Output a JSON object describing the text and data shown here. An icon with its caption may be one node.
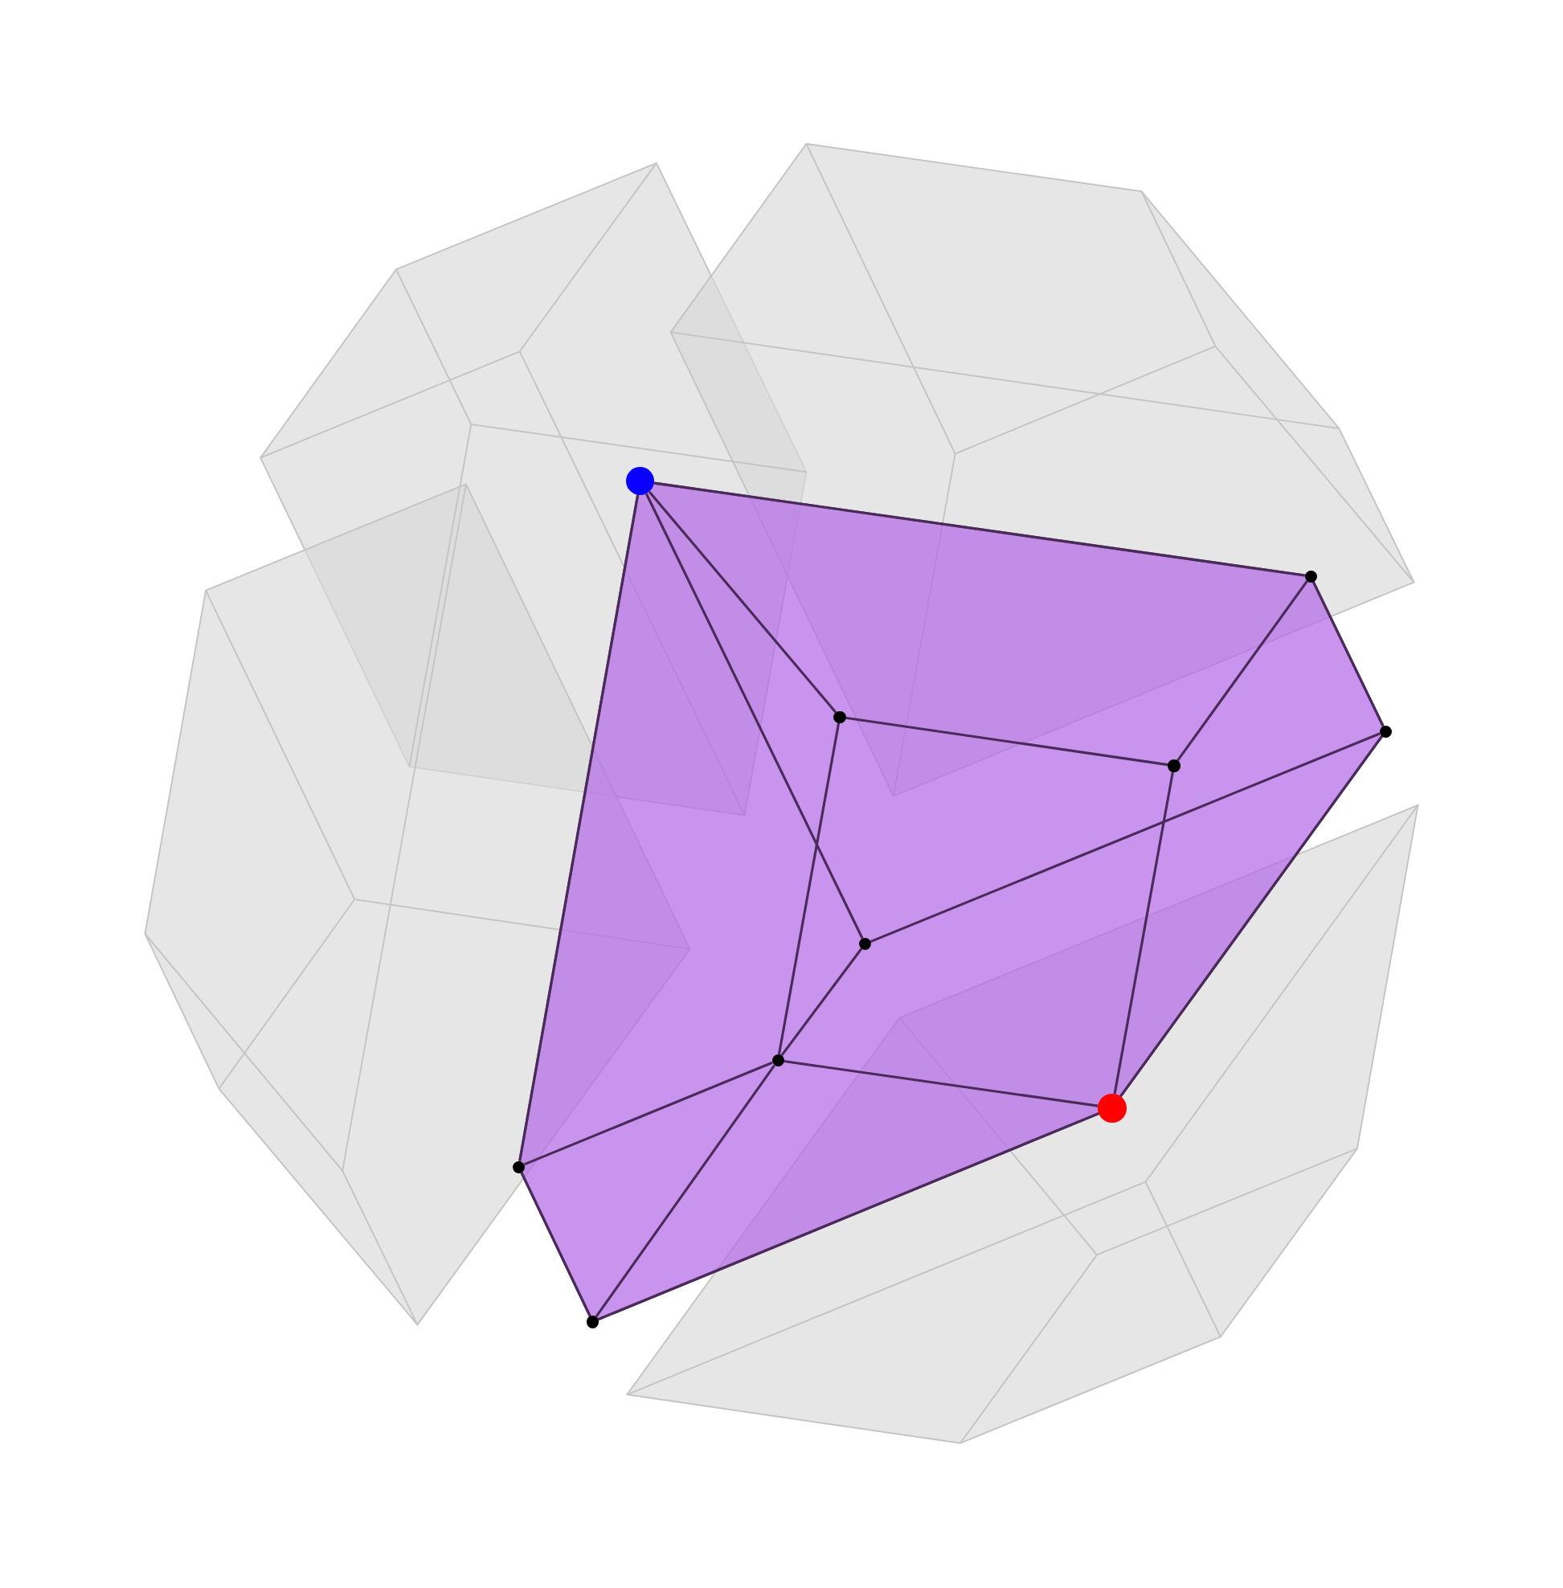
{
  "diagram": {
    "nodes": [
      {
        "text": [],
        "shape": "circle"
      },
      {
        "text": [],
        "shape": "circle"
      },
      {
        "text": [],
        "shape": "circle"
      },
      {
        "text": [],
        "shape": "circle"
      },
      {
        "text": [],
        "shape": "circle"
      },
      {
        "text": [],
        "shape": "circle"
      },
      {
        "text": [],
        "shape": "circle"
      },
      {
        "text": [],
        "shape": "circle"
      },
      {
        "text": [],
        "shape": "circle"
      },
      {
        "text": [],
        "shape": "circle"
      }
    ],
    "edges": [
      {
        "from": 0,
        "to": 1,
        "arrow": "none"
      },
      {
        "from": 0,
        "to": 2,
        "arrow": "none"
      },
      {
        "from": 0,
        "to": 5,
        "arrow": "none"
      },
      {
        "from": 0,
        "to": 8,
        "arrow": "none"
      },
      {
        "from": 1,
        "to": 4,
        "arrow": "none"
      },
      {
        "from": 1,
        "to": 3,
        "arrow": "none"
      },
      {
        "from": 2,
        "to": 4,
        "arrow": "none"
      },
      {
        "from": 2,
        "to": 6,
        "arrow": "none"
      },
      {
        "from": 4,
        "to": 7,
        "arrow": "none"
      },
      {
        "from": 3,
        "to": 5,
        "arrow": "none"
      },
      {
        "from": 3,
        "to": 7,
        "arrow": "none"
      },
      {
        "from": 5,
        "to": 6,
        "arrow": "none"
      },
      {
        "from": 6,
        "to": 8,
        "arrow": "none"
      },
      {
        "from": 6,
        "to": 9,
        "arrow": "none"
      },
      {
        "from": 6,
        "to": 7,
        "arrow": "none"
      },
      {
        "from": 8,
        "to": 9,
        "arrow": "none"
      },
      {
        "from": 9,
        "to": 7,
        "arrow": "none"
      }
    ]
  }
}
